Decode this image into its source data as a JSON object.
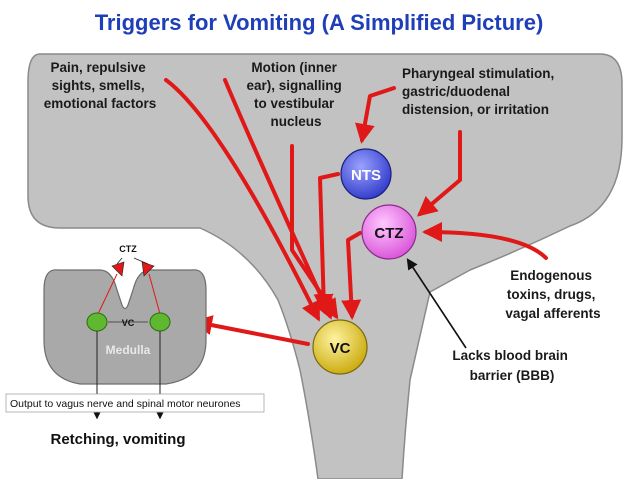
{
  "title": "Triggers for Vomiting (A Simplified Picture)",
  "triggers": {
    "pain": [
      "Pain, repulsive",
      "sights, smells,",
      "emotional factors"
    ],
    "motion": [
      "Motion (inner",
      "ear), signalling",
      "to vestibular",
      "nucleus"
    ],
    "pharyngeal": [
      "Pharyngeal stimulation,",
      "gastric/duodenal",
      "distension, or irritation"
    ],
    "endogenous": [
      "Endogenous",
      "toxins, drugs,",
      "vagal afferents"
    ]
  },
  "nodes": {
    "nts": "NTS",
    "ctz": "CTZ",
    "vc": "VC"
  },
  "bbb_note": [
    "Lacks blood brain",
    "barrier (BBB)"
  ],
  "inset": {
    "ctz": "CTZ",
    "vc": "VC",
    "medulla": "Medulla",
    "output": "Output to vagus nerve and spinal motor neurones"
  },
  "outcome": "Retching, vomiting",
  "colors": {
    "title": "#1f3fb8",
    "arrow": "#e01818",
    "brain": "#c2c2c2",
    "nts": "#4a55e6",
    "ctz": "#f070f0",
    "vc": "#e3c418"
  }
}
